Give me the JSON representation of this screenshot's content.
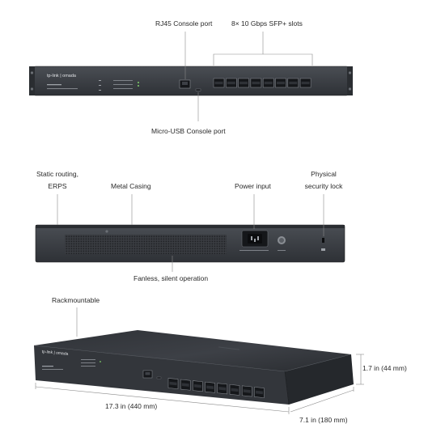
{
  "front_view": {
    "callouts": {
      "rj45_console": "RJ45 Console port",
      "sfp_slots": "8× 10 Gbps SFP+ slots",
      "micro_usb_console": "Micro-USB Console port"
    },
    "brand": "tp-link | omada",
    "sfp_slot_count": 8
  },
  "rear_view": {
    "callouts": {
      "static_routing_line1": "Static routing,",
      "static_routing_line2": "ERPS",
      "metal_casing": "Metal Casing",
      "power_input": "Power input",
      "security_lock_line1": "Physical",
      "security_lock_line2": "security lock",
      "fanless": "Fanless, silent operation"
    }
  },
  "angle_view": {
    "callouts": {
      "rackmountable": "Rackmountable"
    },
    "dimensions": {
      "width": "17.3 in (440 mm)",
      "height": "1.7 in (44 mm)",
      "depth": "7.1 in (180 mm)"
    },
    "brand": "tp-link | omada",
    "sfp_slot_count": 8
  },
  "colors": {
    "chassis": "#3a3d42",
    "chassis_dark": "#23262a",
    "port": "#1b1d20",
    "led_green": "#7fd06a",
    "leader_line": "#8a8a8a"
  }
}
